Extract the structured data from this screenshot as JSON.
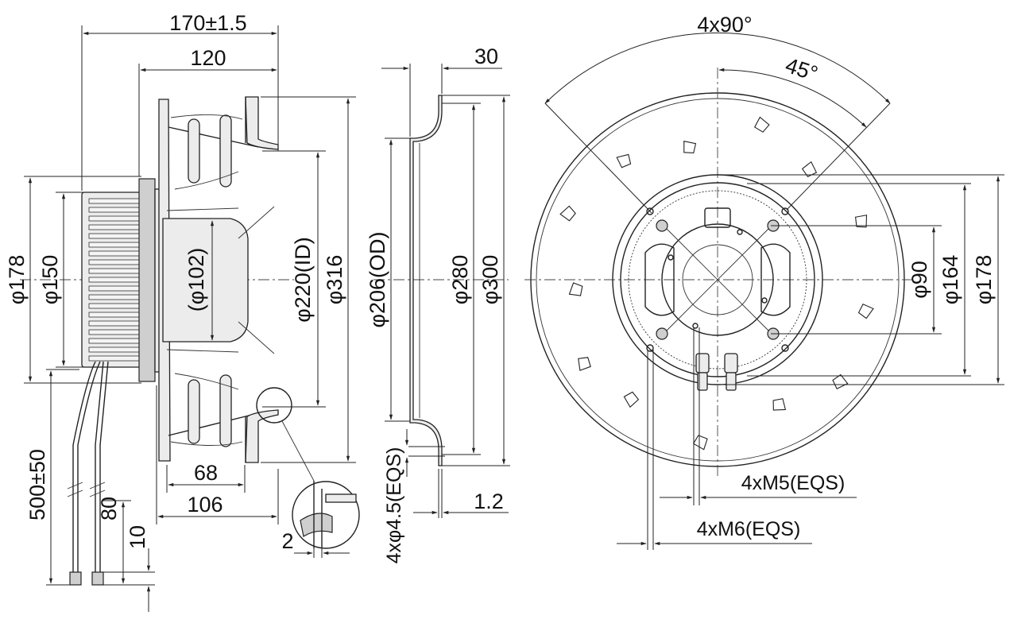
{
  "side_view": {
    "overall_length": "170±1.5",
    "impeller_length": "120",
    "dia_178": "φ178",
    "dia_150": "φ150",
    "dia_102": "(φ102)",
    "dia_220": "φ220(ID)",
    "dia_316": "φ316",
    "dim_68": "68",
    "dim_106": "106",
    "dim_2": "2",
    "cable_length": "500±50",
    "strip_80": "80",
    "strip_10": "10"
  },
  "ring_view": {
    "width": "30",
    "dia_206": "φ206(OD)",
    "dia_280": "φ280",
    "dia_300": "φ300",
    "holes": "4xφ4.5(EQS)",
    "thickness": "1.2"
  },
  "front_view": {
    "angle_4x90": "4x90°",
    "angle_45": "45°",
    "dia_90": "φ90",
    "dia_164": "φ164",
    "dia_178": "φ178",
    "thread_m5": "4xM5(EQS)",
    "thread_m6": "4xM6(EQS)"
  }
}
